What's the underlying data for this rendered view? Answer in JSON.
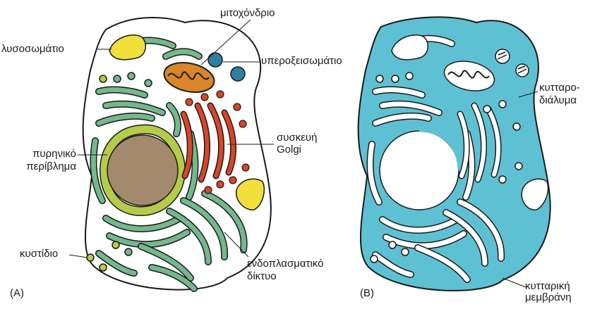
{
  "panel_a": {
    "tag": "(A)",
    "labels": {
      "lysosome": "λυσοσωμάτιο",
      "mitochondrion": "μιτοχόνδριο",
      "peroxisome": "υπεροξεισωμάτιο",
      "golgi_1": "συσκευή",
      "golgi_2": "Golgi",
      "nuclear_envelope_1": "πυρηνικό",
      "nuclear_envelope_2": "περίβλημα",
      "vesicle": "κυστίδιο",
      "er_1": "ενδοπλασματικό",
      "er_2": "δίκτυο"
    }
  },
  "panel_b": {
    "tag": "(B)",
    "labels": {
      "cytosol_1": "κυτταρο-",
      "cytosol_2": "διάλυμα",
      "membrane_1": "κυτταρική",
      "membrane_2": "μεμβράνη"
    }
  },
  "colors": {
    "er_green": "#74b88c",
    "nucleus": "#a38a6d",
    "nuclear_envelope": "#b5cc4a",
    "golgi_red": "#d9452a",
    "mito_orange": "#d9862a",
    "peroxisome_blue": "#2f7fa2",
    "lysosome_yellow": "#f2df3c",
    "cytosol_cyan": "#5ec1d3",
    "outline": "#1a1a1a"
  }
}
